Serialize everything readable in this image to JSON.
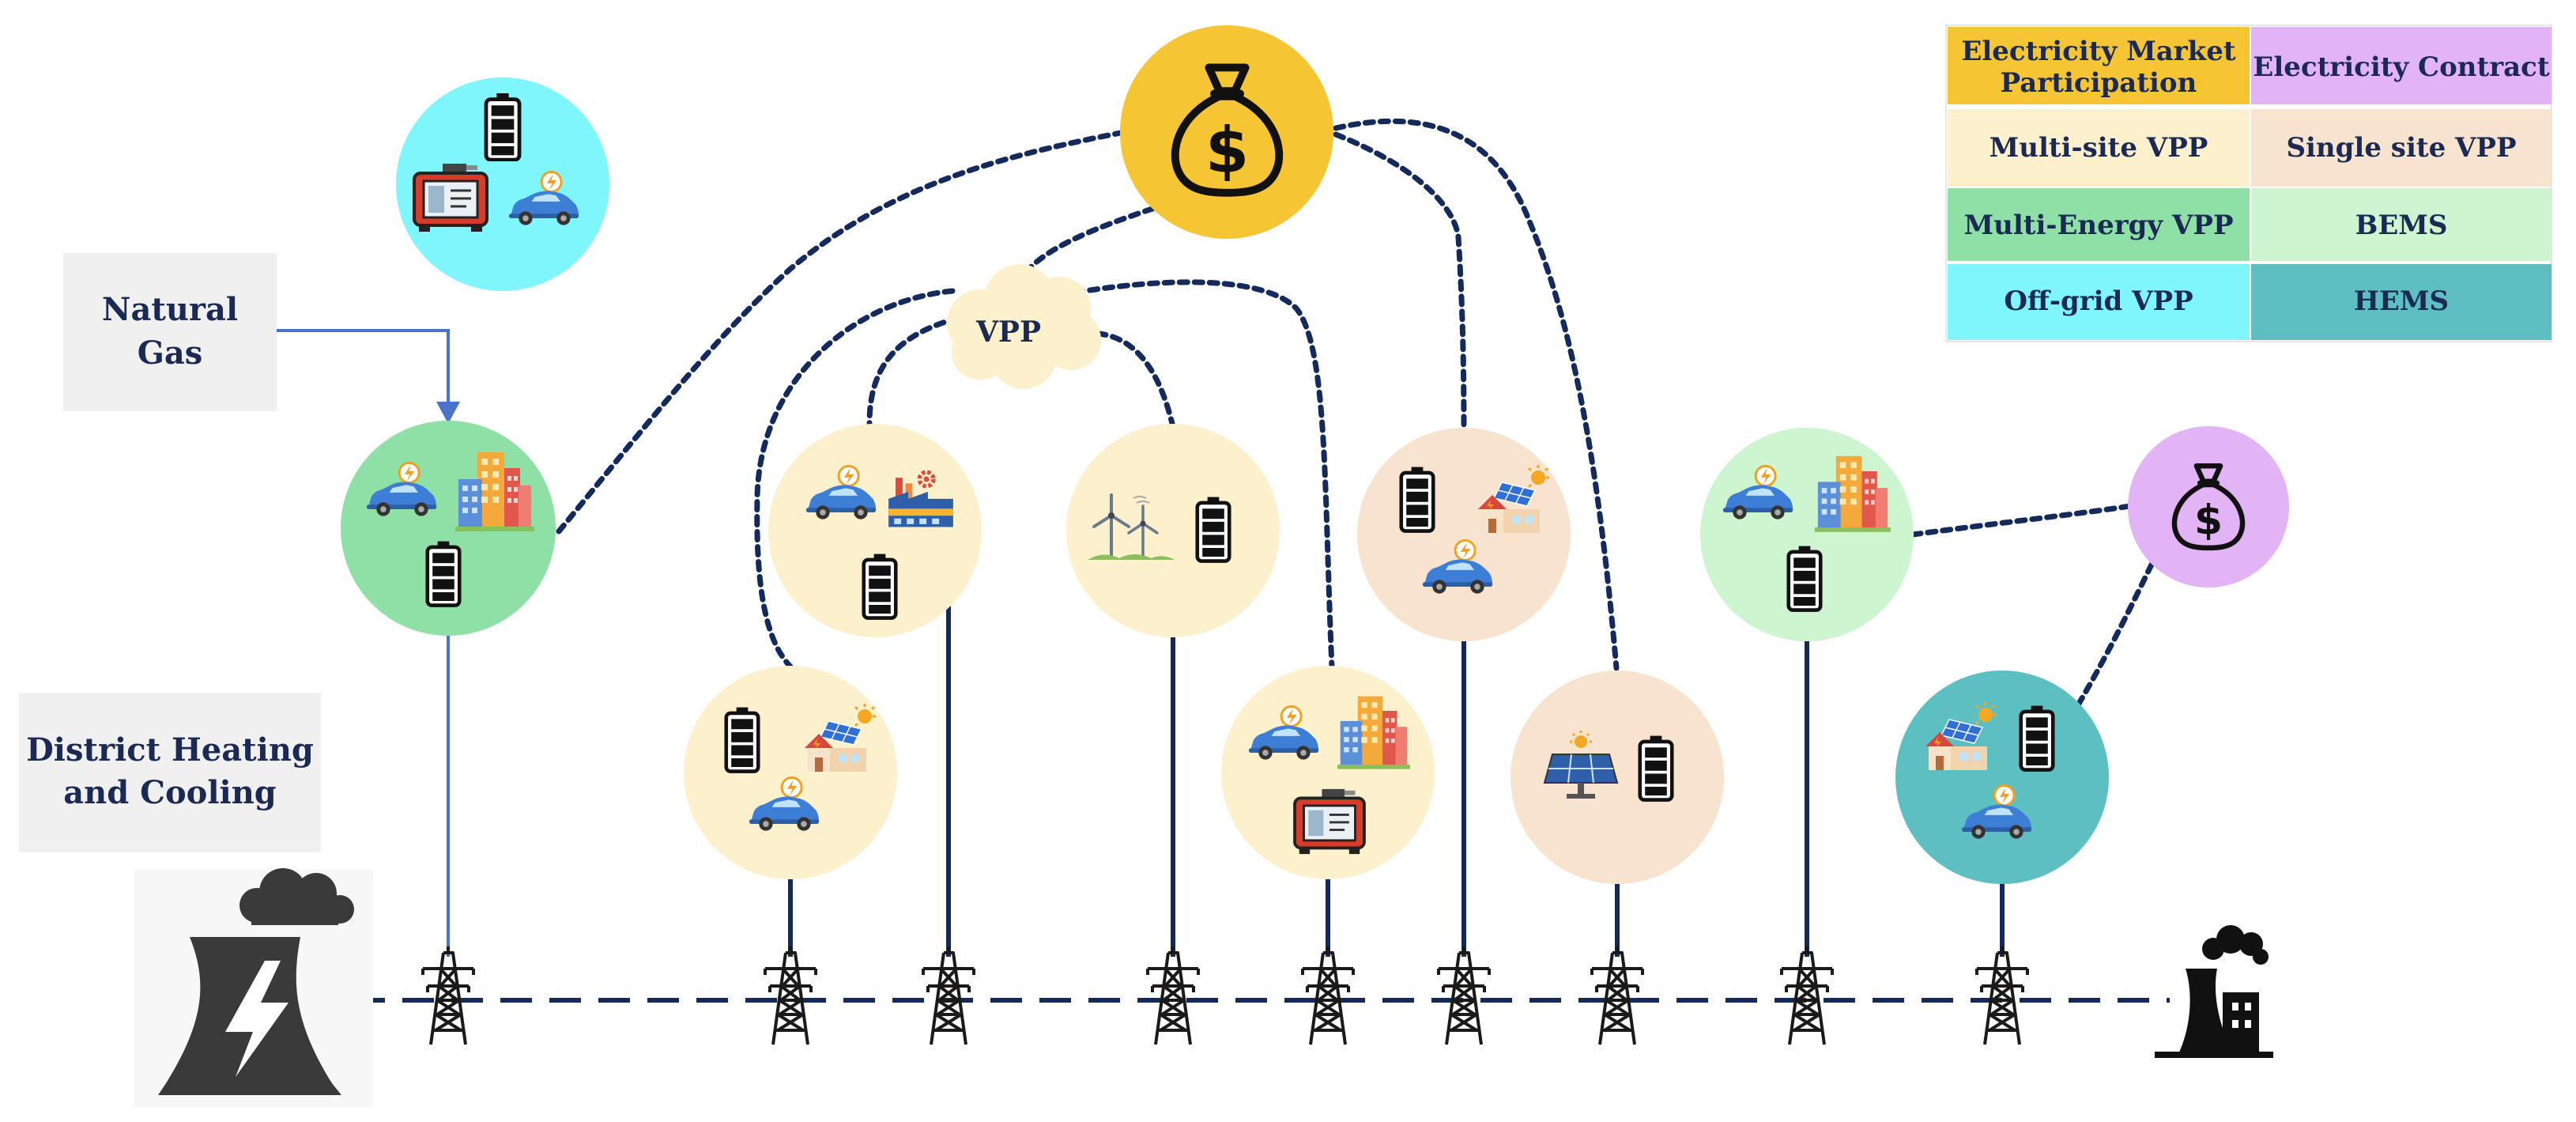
{
  "labels": {
    "natural_gas_1": "Natural",
    "natural_gas_2": "Gas",
    "district_1": "District Heating",
    "district_2": "and Cooling",
    "vpp": "VPP"
  },
  "legend": {
    "market_1": "Electricity Market",
    "market_2": "Participation",
    "contract": "Electricity Contract",
    "multi_site": "Multi-site VPP",
    "single_site": "Single site VPP",
    "multi_energy": "Multi-Energy VPP",
    "bems": "BEMS",
    "off_grid": "Off-grid VPP",
    "hems": "HEMS"
  },
  "colors": {
    "market": "#f5c534",
    "contract": "#e2b3f5",
    "multi_site": "#fdf0cc",
    "single_site": "#f8e3cf",
    "multi_energy": "#8fe0a6",
    "bems": "#cdf5cf",
    "off_grid": "#7ff6fb",
    "hems": "#5cc0c3",
    "line": "#142a5c",
    "gas_line": "#4a74c9"
  },
  "icons": {
    "market_bag": "money-bag-icon",
    "contract_bag": "money-bag-icon",
    "battery": "battery-icon",
    "ev": "electric-car-icon",
    "building": "building-icon",
    "solar_house": "solar-house-icon",
    "wind": "wind-turbine-icon",
    "factory": "factory-icon",
    "generator": "generator-icon",
    "solar_panel": "solar-panel-icon",
    "tower": "transmission-tower-icon",
    "power_plant": "power-plant-icon"
  }
}
